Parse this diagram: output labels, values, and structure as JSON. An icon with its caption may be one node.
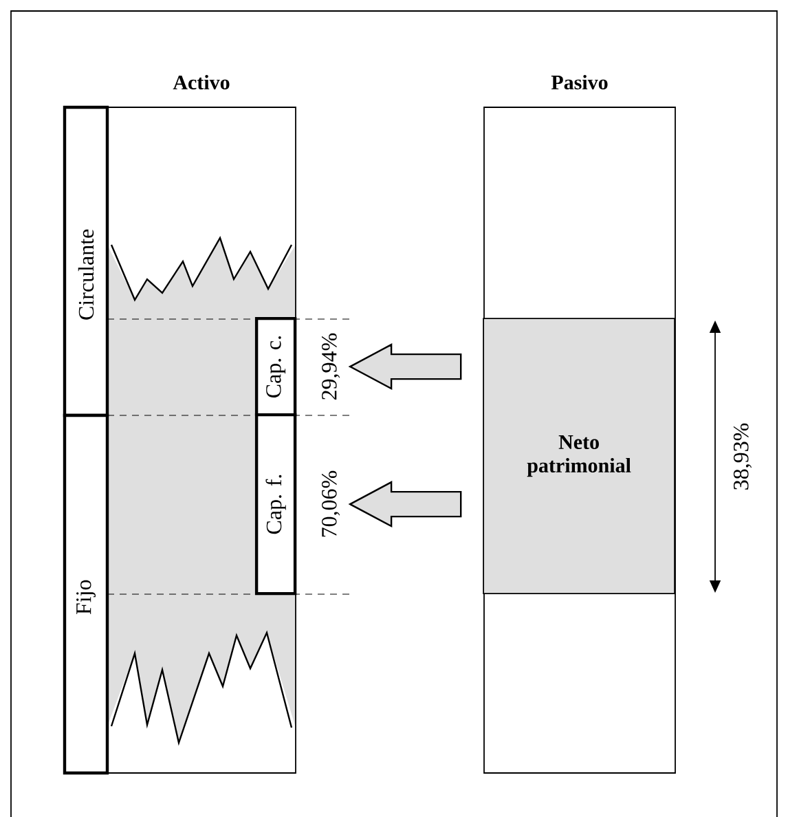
{
  "diagram": {
    "nodes": [
      {
        "text": [
          "Activo"
        ]
      },
      {
        "text": [
          "Circulante"
        ]
      },
      {
        "text": [
          "Cap. c."
        ],
        "in": 0,
        "beside": [
          "29,94%"
        ]
      },
      {
        "text": [
          "Fijo"
        ]
      },
      {
        "text": [
          "Cap. f."
        ],
        "in": 0,
        "beside": [
          "70,06%"
        ]
      },
      {
        "text": [
          "Pasivo"
        ]
      },
      {
        "text": [
          "Neto patrimonial"
        ],
        "in": 5
      }
    ],
    "edges": [
      {
        "from": 6,
        "to": 2,
        "arrow": "to"
      },
      {
        "from": 6,
        "to": 4,
        "arrow": "to"
      }
    ],
    "labels": [
      "38,93%"
    ]
  }
}
